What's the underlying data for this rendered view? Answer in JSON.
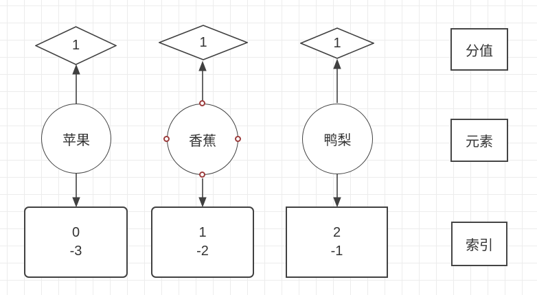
{
  "canvas": {
    "background": "#ffffff",
    "grid_color": "#ececec",
    "stroke_color": "#404040",
    "text_color": "#333333",
    "connection_point_color": "#9b3b3b"
  },
  "nodes": [
    {
      "score": "1",
      "label": "苹果",
      "index": "0",
      "order": "-3"
    },
    {
      "score": "1",
      "label": "香蕉",
      "index": "1",
      "order": "-2"
    },
    {
      "score": "1",
      "label": "鸭梨",
      "index": "2",
      "order": "-1"
    }
  ],
  "legend": {
    "score": "分值",
    "element": "元素",
    "index": "索引"
  }
}
